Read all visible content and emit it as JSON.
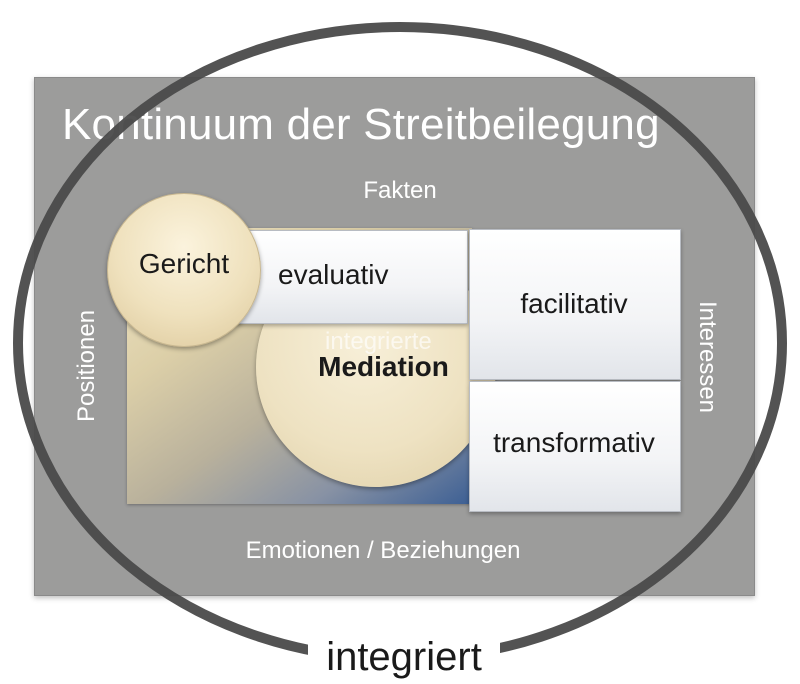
{
  "title": "Kontinuum der Streitbeilegung",
  "axes": {
    "top": "Fakten",
    "bottom": "Emotionen / Beziehungen",
    "left": "Positionen",
    "right": "Interessen"
  },
  "nodes": {
    "gericht": "Gericht",
    "evaluativ": "evaluativ",
    "facilitativ": "facilitativ",
    "transformativ": "transformativ",
    "mediation": "Mediation",
    "mediation_ghost": "integrierte"
  },
  "ring_label": "integriert",
  "colors": {
    "panel": "#9c9c9b",
    "ring": "#4a4a4a",
    "gradient_start": "#efe5c6",
    "gradient_end": "#3c5f94"
  }
}
